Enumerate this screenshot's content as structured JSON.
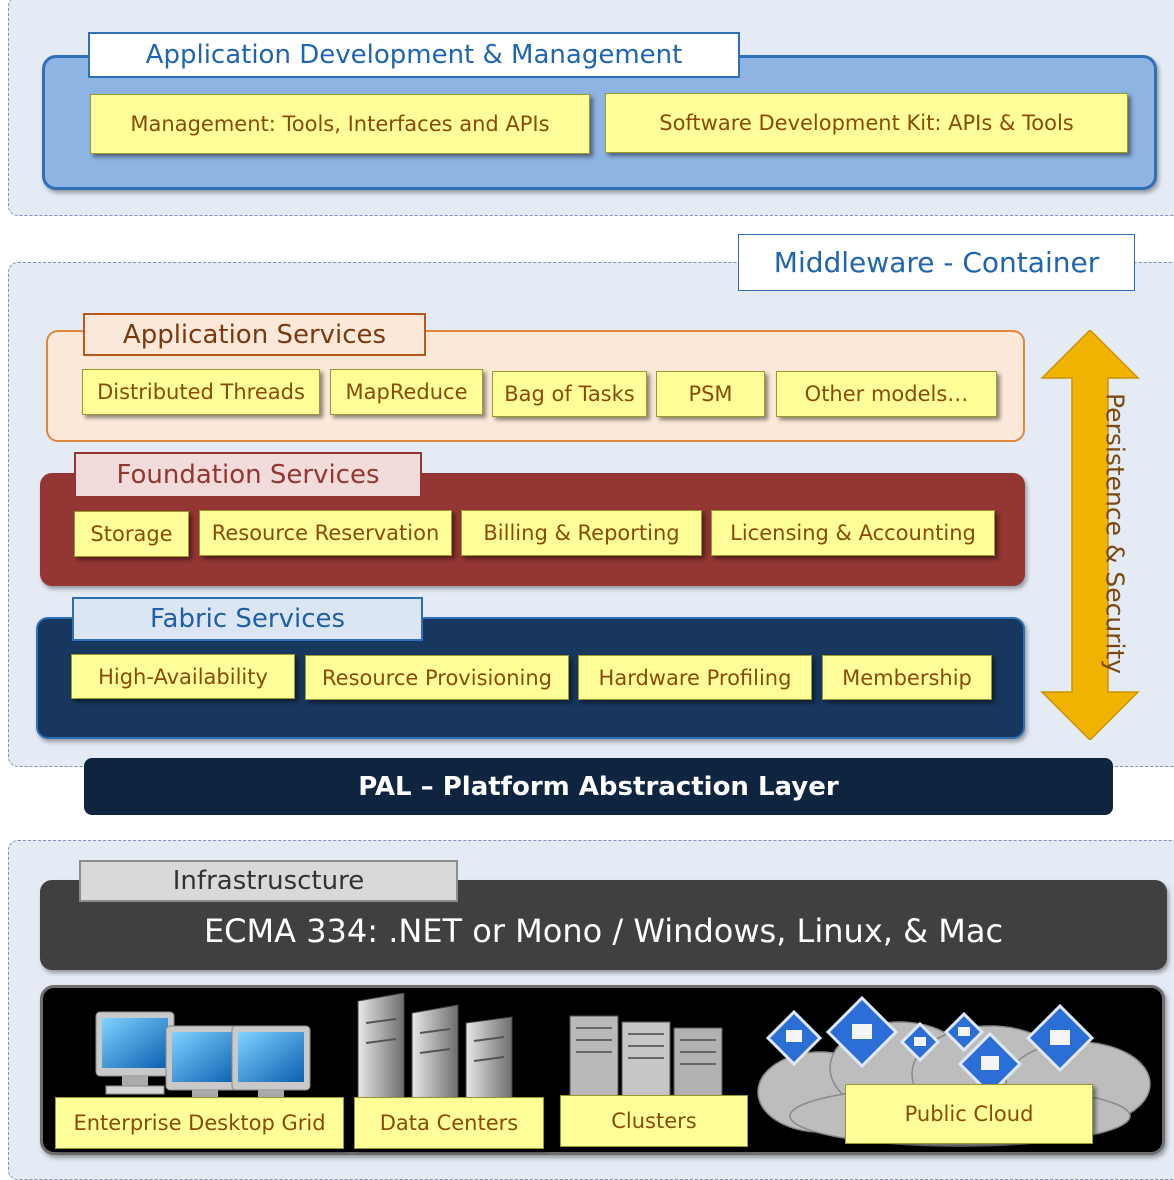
{
  "app_dev": {
    "title": "Application Development & Management",
    "items": [
      "Management: Tools, Interfaces and APIs",
      "Software Development Kit: APIs & Tools"
    ]
  },
  "middleware": {
    "title": "Middleware - Container",
    "side_label": "Persistence & Security"
  },
  "application_services": {
    "title": "Application Services",
    "items": [
      "Distributed Threads",
      "MapReduce",
      "Bag of Tasks",
      "PSM",
      "Other models…"
    ]
  },
  "foundation_services": {
    "title": "Foundation Services",
    "items": [
      "Storage",
      "Resource Reservation",
      "Billing & Reporting",
      "Licensing & Accounting"
    ]
  },
  "fabric_services": {
    "title": "Fabric Services",
    "items": [
      "High-Availability",
      "Resource Provisioning",
      "Hardware Profiling",
      "Membership"
    ]
  },
  "pal": {
    "label": "PAL – Platform Abstraction Layer"
  },
  "infrastructure": {
    "title": "Infrastruscture",
    "runtime": "ECMA 334: .NET or Mono / Windows, Linux, & Mac",
    "items": [
      "Enterprise Desktop Grid",
      "Data Centers",
      "Clusters",
      "Public Cloud"
    ]
  },
  "icons": [
    "desktop-grid-icon",
    "server-rack-icon",
    "cluster-icon",
    "cloud-network-icon"
  ],
  "colors": {
    "app_panel": "#8eb4e3",
    "app_services": "#fde9d9",
    "foundation": "#943634",
    "fabric": "#17375e",
    "pal": "#0f243e",
    "runtime": "#404040",
    "arrow": "#f0b400",
    "box": "#ffff99"
  }
}
